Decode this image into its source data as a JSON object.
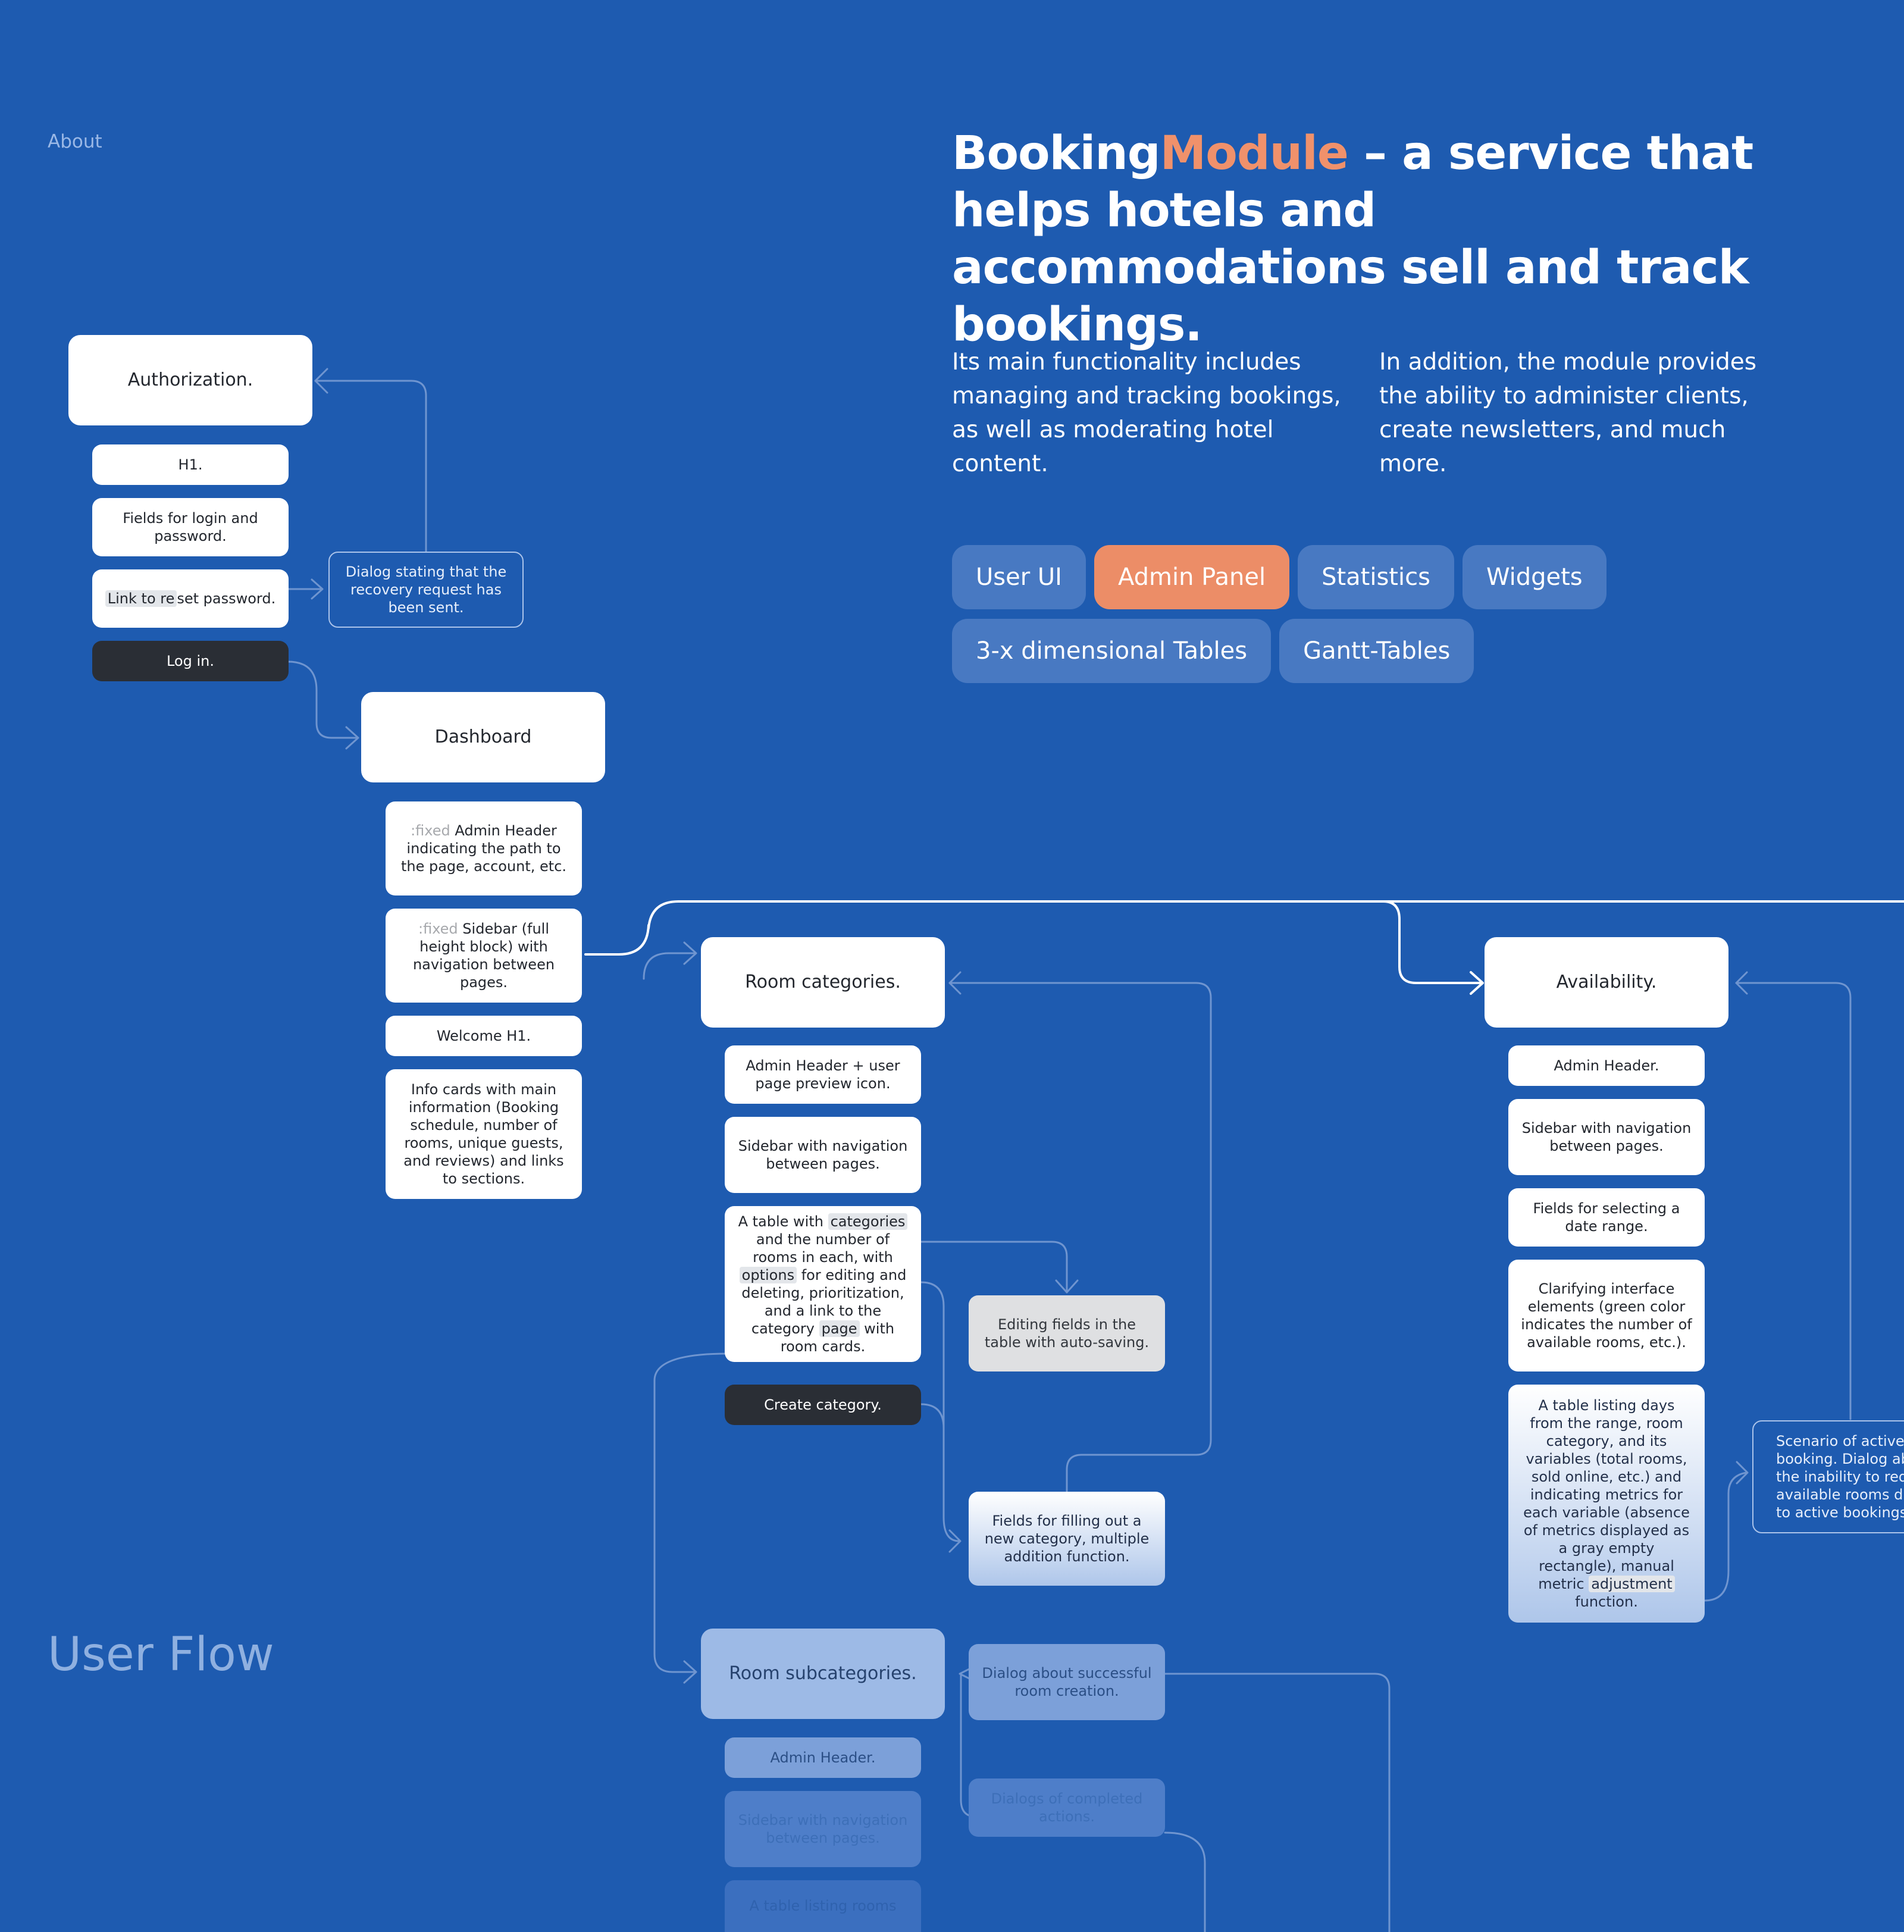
{
  "about": "About",
  "hero": {
    "brand_a": "Booking",
    "brand_b": "Module",
    "rest": " – a service that helps hotels and accommodations sell and track bookings."
  },
  "intro": {
    "p1": "Its main functionality includes managing and tracking bookings, as well as moderating hotel content.",
    "p2": "In addition, the module provides the ability to administer clients, create newsletters, and much more."
  },
  "tabs": [
    {
      "label": "User UI",
      "active": false
    },
    {
      "label": "Admin Panel",
      "active": true
    },
    {
      "label": "Statistics",
      "active": false
    },
    {
      "label": "Widgets",
      "active": false
    },
    {
      "label": "3-x dimensional Tables",
      "active": false
    },
    {
      "label": "Gantt-Tables",
      "active": false
    }
  ],
  "user_flow": "User Flow",
  "colors": {
    "background": "#1e5bb0",
    "accent": "#ec8d67",
    "tab": "#4879c2",
    "dark_button": "#2a2e35"
  },
  "flow": {
    "auth": {
      "title": "Authorization.",
      "h1": "H1.",
      "fields": "Fields for login and password.",
      "reset_a": "Link to re",
      "reset_b": "set password.",
      "login": "Log in.",
      "dialog": "Dialog stating that the recovery request has been sent."
    },
    "dash": {
      "title": "Dashboard",
      "header_tag": ":fixed",
      "header": " Admin Header indicating the path to the page, account, etc.",
      "sidebar_tag": ":fixed",
      "sidebar": " Sidebar (full height block) with navigation between pages.",
      "welcome": "Welcome H1.",
      "cards": "Info cards with main information (Booking schedule, number of rooms, unique guests, and reviews) and links to sections."
    },
    "rooms": {
      "title": "Room categories.",
      "header": "Admin Header + user page preview icon.",
      "sidebar": "Sidebar with navigation between pages.",
      "t1": "A table with ",
      "t2": "categories",
      "t3": " and the number of rooms in each, with ",
      "t4": "options",
      "t5": " for editing and deleting, prioritization, and a link to the category ",
      "t6": "page",
      "t7": " with room cards.",
      "create": "Create category.",
      "editing": "Editing fields in the table with auto-saving.",
      "fields": "Fields for filling out a new category, multiple addition function."
    },
    "sub": {
      "title": "Room subcategories.",
      "header": "Admin Header.",
      "sidebar": "Sidebar with navigation between pages.",
      "table": "A table listing rooms",
      "dialog": "Dialog about successful room creation.",
      "completed": "Dialogs of completed actions."
    },
    "avail": {
      "title": "Availability.",
      "header": "Admin Header.",
      "sidebar": "Sidebar with navigation between pages.",
      "dates": "Fields for selecting a date range.",
      "clarify": "Clarifying interface elements (green color indicates the number of available rooms, etc.).",
      "t1": "A table listing days from the range, room category, and its variables (total rooms, sold online, etc.) and indicating metrics for each variable (absence of metrics displayed as a gray empty rectangle), manual metric ",
      "t2": "adjustment",
      "t3": " function.",
      "scenario": "Scenario of active booking. Dialog about the inability to reduce available rooms due to active bookings."
    }
  }
}
